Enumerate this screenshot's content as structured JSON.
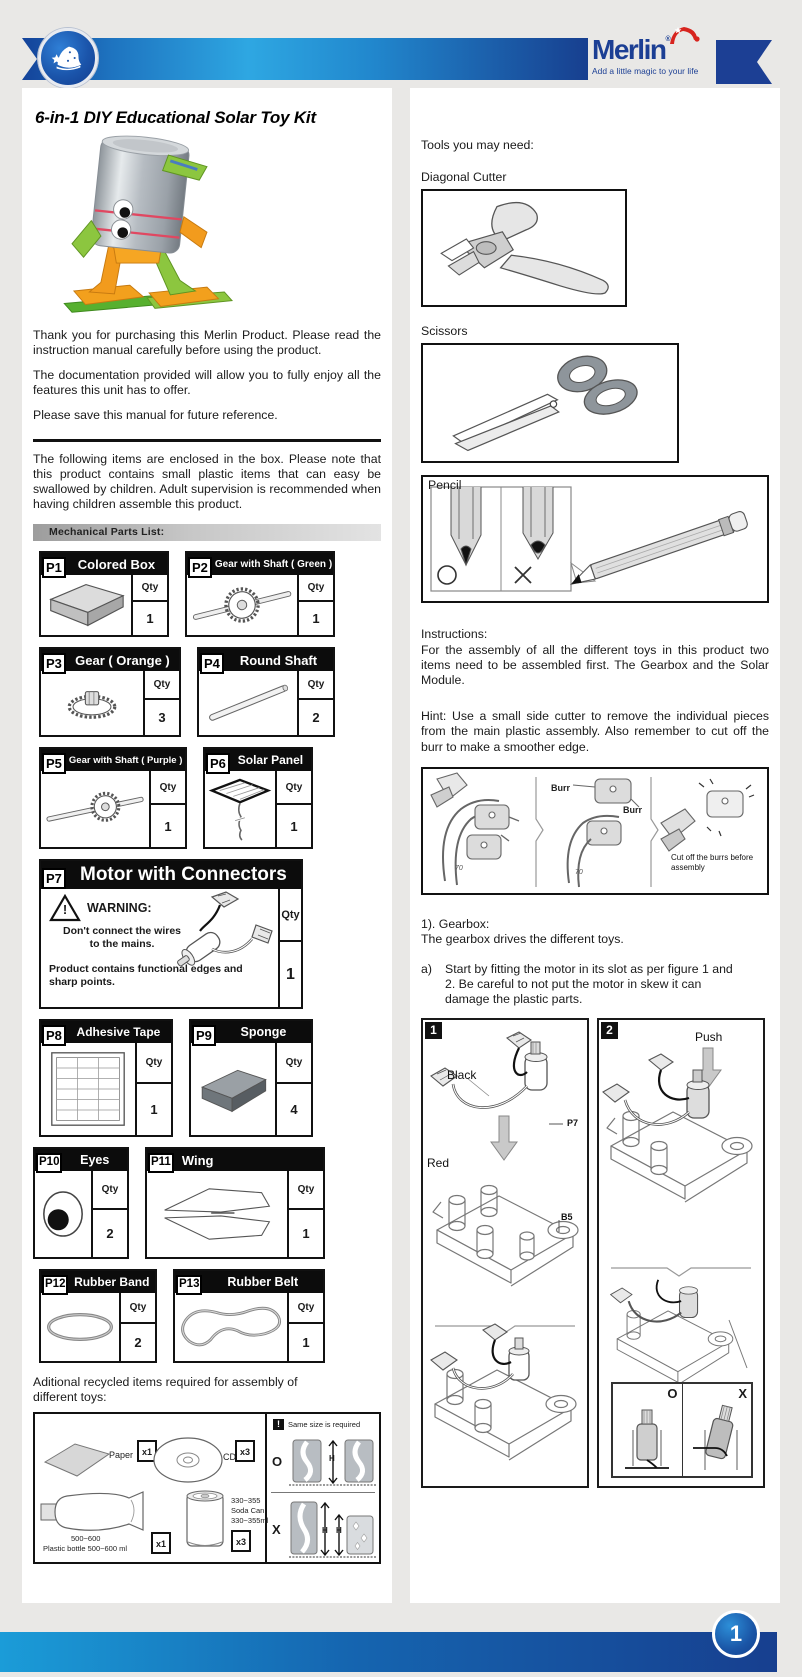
{
  "header": {
    "brand": "Merlin",
    "brand_mark": "®",
    "tagline": "Add a little magic to your life",
    "colors": {
      "band_light": "#2ea7e2",
      "navy": "#1c3f94",
      "hat_red": "#d7241e"
    }
  },
  "left": {
    "title": "6-in-1 DIY Educational Solar Toy Kit",
    "para1": "Thank you for purchasing this Merlin Product. Please read the instruction manual carefully before using the product.",
    "para2": "The documentation provided will allow you to fully enjoy all the features this unit has to offer.",
    "para3": "Please save this manual for future reference.",
    "enclosed_note": "The following items are enclosed in the box. Please note that this product contains small plastic items that can easy be swallowed by children. Adult supervision is recommended when having children assemble this product.",
    "parts_list_title": "Mechanical Parts List:",
    "qty_label": "Qty",
    "parts": [
      {
        "id": "P1",
        "name": "Colored Box",
        "qty": "1"
      },
      {
        "id": "P2",
        "name": "Gear with Shaft ( Green )",
        "qty": "1"
      },
      {
        "id": "P3",
        "name": "Gear ( Orange )",
        "qty": "3"
      },
      {
        "id": "P4",
        "name": "Round Shaft",
        "qty": "2"
      },
      {
        "id": "P5",
        "name": "Gear with Shaft ( Purple )",
        "qty": "1"
      },
      {
        "id": "P6",
        "name": "Solar Panel",
        "qty": "1"
      },
      {
        "id": "P7",
        "name": "Motor with Connectors",
        "qty": "1"
      },
      {
        "id": "P8",
        "name": "Adhesive Tape",
        "qty": "1"
      },
      {
        "id": "P9",
        "name": "Sponge",
        "qty": "4"
      },
      {
        "id": "P10",
        "name": "Eyes",
        "qty": "2"
      },
      {
        "id": "P11",
        "name": "Wing",
        "qty": "1"
      },
      {
        "id": "P12",
        "name": "Rubber Band",
        "qty": "2"
      },
      {
        "id": "P13",
        "name": "Rubber Belt",
        "qty": "1"
      }
    ],
    "warning": {
      "glyph": "!",
      "title": "WARNING:",
      "line1": "Don't connect the wires to the mains.",
      "line2": "Product contains functional edges and sharp points."
    },
    "recycled_intro": "Aditional recycled items required for assembly of different toys:",
    "recycled": {
      "paper_label": "Paper",
      "paper_qty": "x1",
      "cd_label": "CD",
      "cd_qty": "x3",
      "bottle_size": "500~600",
      "bottle_label": "Plastic bottle 500~600 ml",
      "bottle_qty": "x1",
      "can_size": "330~355",
      "can_label": "Soda Can",
      "can_volume": "330~355ml",
      "can_qty": "x3",
      "alert_glyph": "!",
      "same_size_note": "Same size is required",
      "ok_mark": "O",
      "bad_mark": "X",
      "height_label": "H"
    }
  },
  "right": {
    "tools_title": "Tools you may need:",
    "tool1": "Diagonal Cutter",
    "tool2": "Scissors",
    "tool3": "Pencil",
    "pencil_ok": "O",
    "pencil_bad": "X",
    "instructions_title": "Instructions:",
    "instructions_body": "For the assembly of all the different toys in this product two items need to be assembled first. The Gearbox and the Solar Module.",
    "hint": "Hint: Use a small side cutter to remove the individual pieces from the main plastic assembly. Also remember to cut off the burr to make a smoother edge.",
    "burr": {
      "label1": "Burr",
      "label2": "Burr",
      "note": "Cut off the burrs before assembly",
      "mold_mark": "70"
    },
    "gearbox_title": "1). Gearbox:",
    "gearbox_body": "The gearbox drives the different toys.",
    "step_a_marker": "a)",
    "step_a_text": "Start by fitting the motor in its slot as per figure 1 and 2. Be careful to not put the motor in skew it can damage the plastic parts.",
    "fig1": {
      "num": "1",
      "label_black": "Black",
      "label_red": "Red",
      "label_p7": "P7",
      "label_b5": "B5"
    },
    "fig2": {
      "num": "2",
      "label_push": "Push",
      "ok_mark": "O",
      "bad_mark": "X"
    }
  },
  "footer": {
    "page_number": "1"
  }
}
